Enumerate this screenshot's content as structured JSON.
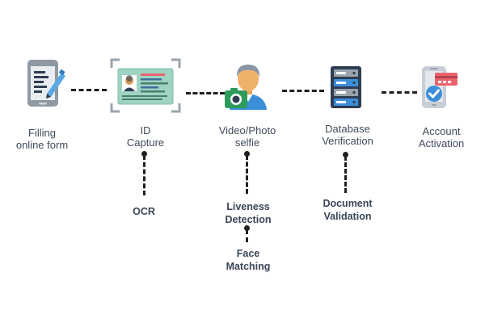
{
  "steps": [
    {
      "label": "Filling\nonline form",
      "icon": "form-icon"
    },
    {
      "label": "ID\nCapture",
      "icon": "id-card-icon"
    },
    {
      "label": "Video/Photo\nselfie",
      "icon": "selfie-icon"
    },
    {
      "label": "Database\nVerification",
      "icon": "database-icon"
    },
    {
      "label": "Account\nActivation",
      "icon": "phone-check-icon"
    }
  ],
  "substeps": {
    "ocr": "OCR",
    "liveness": "Liveness\nDetection",
    "face": "Face\nMatching",
    "document": "Document\nValidation"
  },
  "colors": {
    "text": "#3f4a5a",
    "connector": "#1f1f1f",
    "icon_gray": "#9aa3ad",
    "accent_blue": "#3b8fd9",
    "camera_green": "#2e9b5b",
    "skin": "#f0b26b",
    "card_red": "#e9646c"
  }
}
